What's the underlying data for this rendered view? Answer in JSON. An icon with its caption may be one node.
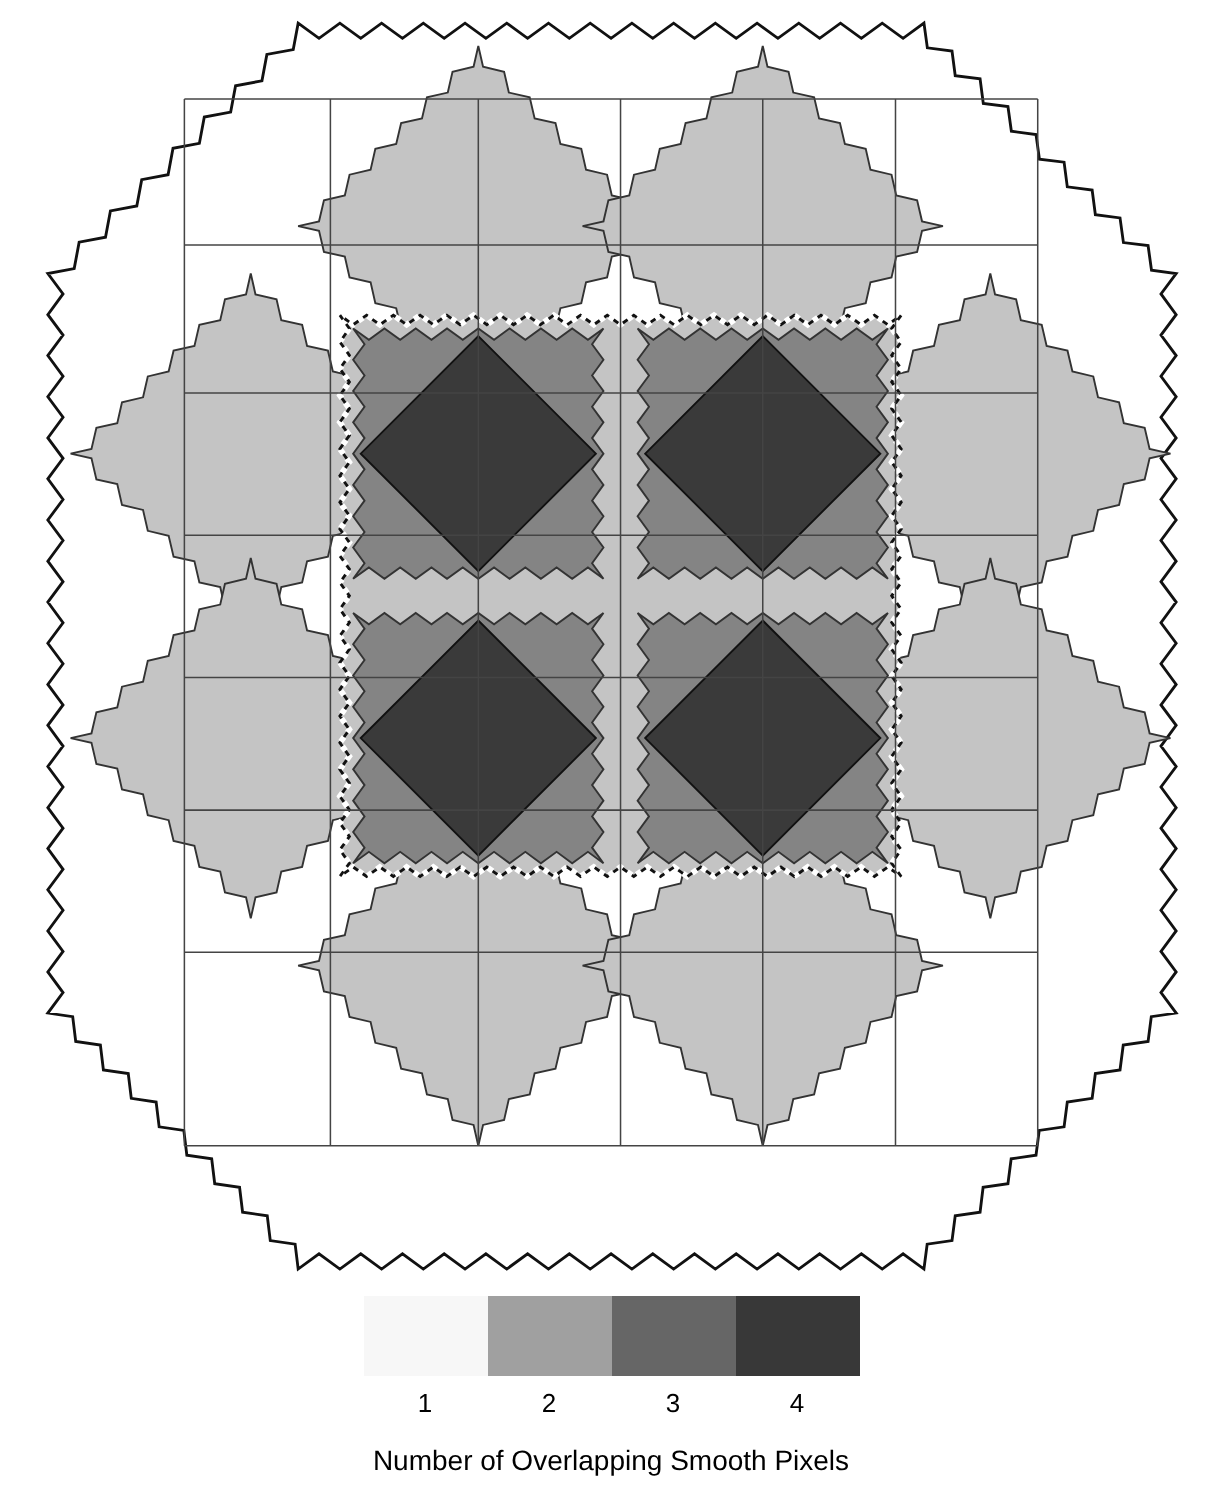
{
  "diagram": {
    "caption": "Number of Overlapping Smooth Pixels",
    "legend": [
      {
        "text": "1",
        "color": "#f7f7f7"
      },
      {
        "text": "2",
        "color": "#a0a0a0"
      },
      {
        "text": "3",
        "color": "#666666"
      },
      {
        "text": "4",
        "color": "#383838"
      }
    ]
  }
}
